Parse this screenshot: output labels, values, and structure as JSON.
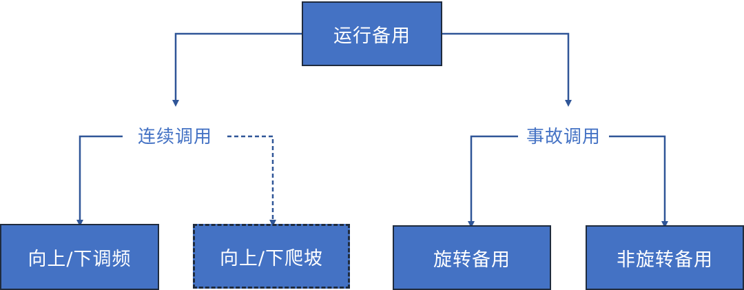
{
  "colors": {
    "box_fill": "#4472c4",
    "box_border": "#1f2b3d",
    "box_text": "#ffffff",
    "connector": "#2f5597",
    "label_text": "#4472c4"
  },
  "nodes": {
    "root": "运行备用",
    "continuous_dispatch": "连续调用",
    "fault_dispatch": "事故调用",
    "up_down_regulation": "向上/下调频",
    "up_down_ramp": "向上/下爬坡",
    "spinning_reserve": "旋转备用",
    "non_spinning_reserve": "非旋转备用"
  }
}
